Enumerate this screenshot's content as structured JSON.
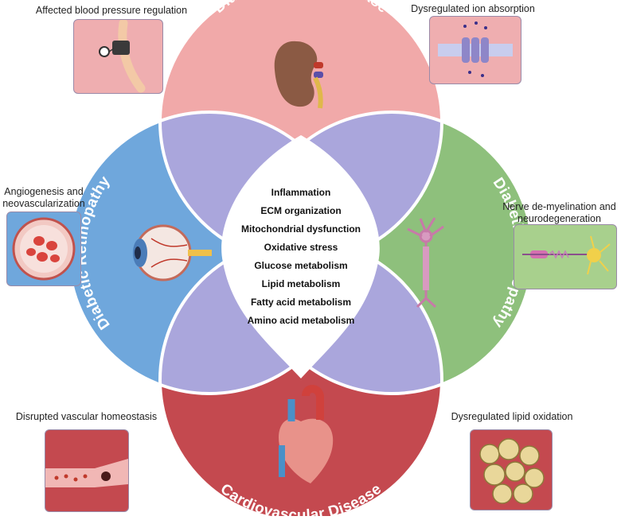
{
  "diagram": {
    "circles": {
      "kidney": {
        "title": "Diabetic Kidney Disease",
        "color": "#f1a9a9"
      },
      "retinopathy": {
        "title": "Diabetic Retinopathy",
        "color": "#6fa7dc"
      },
      "neuropathy": {
        "title": "Diabetic Neuropathy",
        "color": "#8ec07c"
      },
      "cardiovascular": {
        "title": "Cardiovascular Disease",
        "color": "#c4494f"
      }
    },
    "overlap_color": "#aaa6dc",
    "center_items": [
      "Inflammation",
      "ECM organization",
      "Mitochondrial dysfunction",
      "Oxidative stress",
      "Glucose metabolism",
      "Lipid metabolism",
      "Fatty acid metabolism",
      "Amino acid metabolism"
    ],
    "callouts": {
      "blood_pressure": "Affected blood pressure regulation",
      "ion_absorption": "Dysregulated ion absorption",
      "angiogenesis_line1": "Angiogenesis and",
      "angiogenesis_line2": "neovascularization",
      "nerve_line1": "Nerve de-myelination and",
      "nerve_line2": "neurodegeneration",
      "vascular": "Disrupted vascular homeostasis",
      "lipid_oxidation": "Dysregulated lipid oxidation"
    }
  }
}
